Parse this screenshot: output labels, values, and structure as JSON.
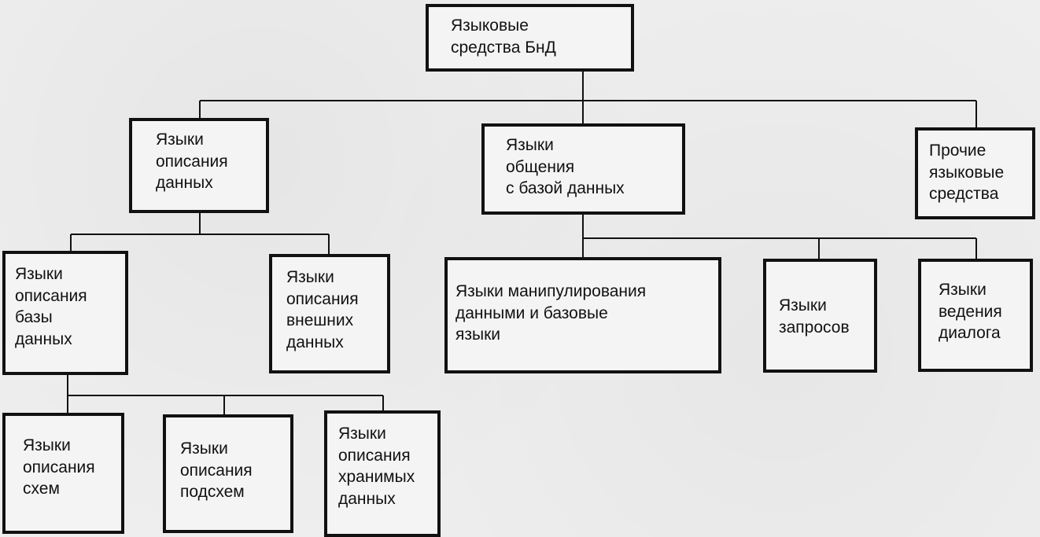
{
  "diagram": {
    "root": {
      "label": "Языковые\nсредства БнД"
    },
    "level1": {
      "data_description_languages": "Языки\nописания\nданных",
      "database_communication_languages": "Языки\nобщения\nс базой данных",
      "other_language_tools": "Прочие\nязыковые\nсредства"
    },
    "level2": {
      "database_description_languages": "Языки\nописания\nбазы\nданных",
      "external_data_description_languages": "Языки\nописания\nвнешних\nданных",
      "data_manipulation_languages": "Языки манипулирования\nданными и базовые\nязыки",
      "query_languages": "Языки\nзапросов",
      "dialog_languages": "Языки\nведения\nдиалога"
    },
    "level3": {
      "schema_description_languages": "Языки\nописания\nсхем",
      "subschema_description_languages": "Языки\nописания\nподсхем",
      "stored_data_description_languages": "Языки\nописания\nхранимых\nданных"
    }
  }
}
